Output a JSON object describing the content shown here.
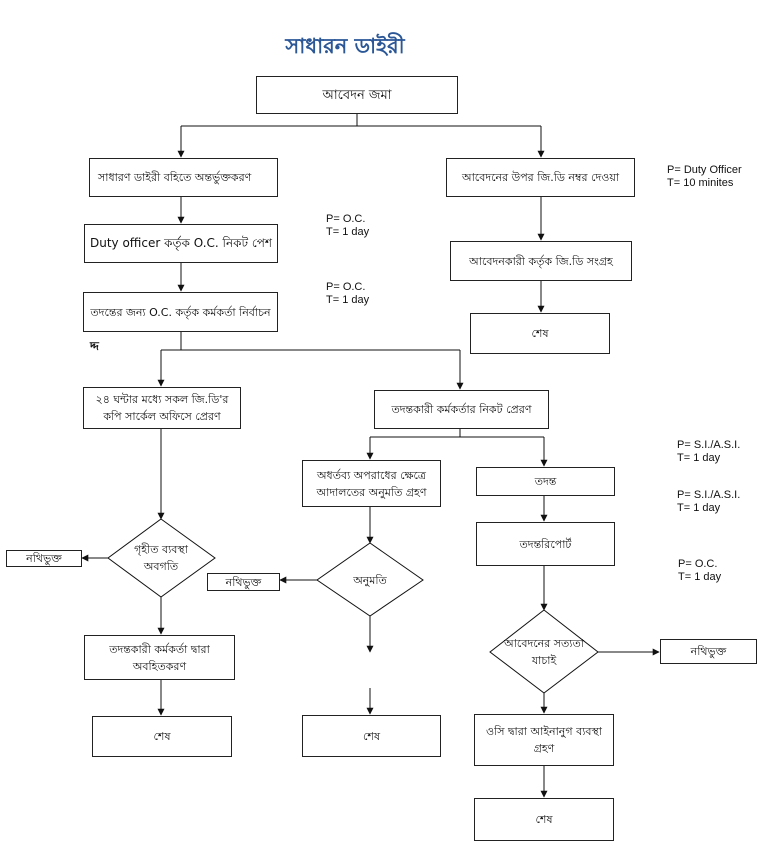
{
  "title": "সাধারন ডাইরী",
  "nodes": {
    "submit": "আবেদন জমা",
    "entry": "সাধারণ ডাইরী বহিতে অন্তর্ভুক্তকরণ",
    "gd_number": "আবেদনের উপর জি.ডি নম্বর দেওয়া",
    "duty_officer": "Duty officer কর্তৃক O.C. নিকট পেশ",
    "applicant_collect": "আবেদনকারী কর্তৃক জি.ডি সংগ্রহ",
    "end_top": "শেষ",
    "assign": "তদন্তের জন্য O.C. কর্তৃক কর্মকর্তা নির্বাচন",
    "circle_office": "২৪ ঘন্টার মধ্যে সকল জি.ডি'র কপি সার্কেল অফিসে প্রেরণ",
    "send_to_officer": "তদন্তকারী কর্মকর্তার নিকট প্রেরণ",
    "court_permission": "অধর্তব্য অপরাধের ক্ষেত্রে আদালতের অনুমতি গ্রহণ",
    "investigation": "তদন্ত",
    "action_taken_q": "গৃহীত ব্যবস্থা অবগতি",
    "filed_1": "নথিভুক্ত",
    "report": "তদন্তরিপোর্ট",
    "permission_q": "অনুমতি",
    "filed_2": "নথিভুক্ত",
    "verify_q": "আবেদনের সত্যতা যাচাই",
    "filed_3": "নথিভুক্ত",
    "inform": "তদন্তকারী কর্মকর্তা দ্বারা অবহিতকরণ",
    "end_left": "শেষ",
    "end_mid": "শেষ",
    "legal_action": "ওসি দ্বারা আইনানুগ ব্যবস্থা গ্রহণ",
    "end_right": "শেষ"
  },
  "notes": {
    "gd_number": "P= Duty Officer\nT= 10 minites",
    "duty_officer": "P= O.C.\nT= 1 day",
    "assign": "P= O.C.\nT= 1 day",
    "send_to_officer": "P= S.I./A.S.I.\nT= 1 day",
    "investigation": "P= S.I./A.S.I.\nT= 1 day",
    "report": "P= O.C.\nT= 1 day"
  },
  "stray_glyph": "দ্দ"
}
